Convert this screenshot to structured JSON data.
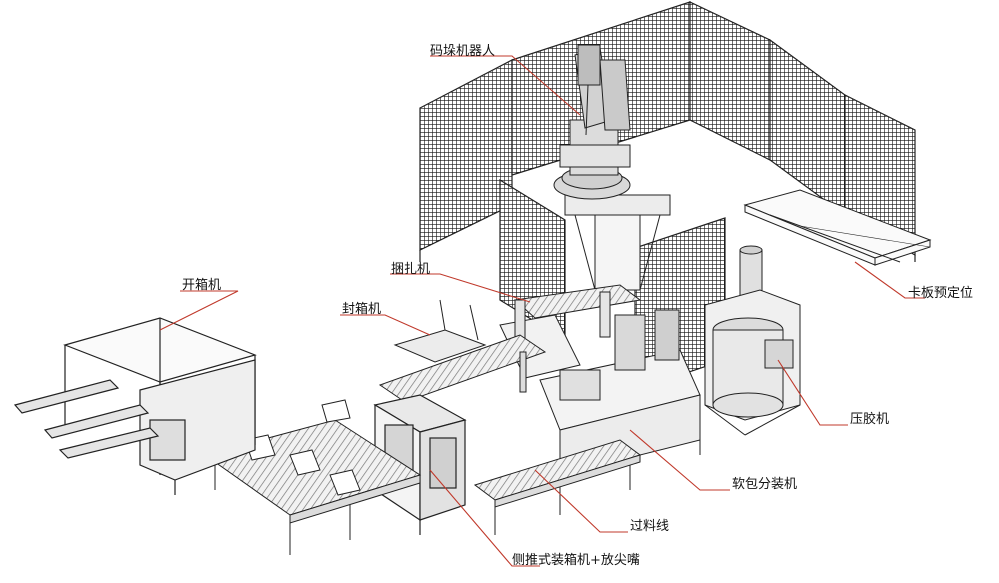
{
  "labels": {
    "palletizing_robot": "码垛机器人",
    "box_opener": "开箱机",
    "strapping_machine": "捆扎机",
    "box_sealer": "封箱机",
    "pallet_positioning": "卡板预定位",
    "glue_press": "压胶机",
    "soft_pack_dispenser": "软包分装机",
    "transfer_line": "过料线",
    "side_push_packer": "侧推式装箱机+放尖嘴"
  },
  "colors": {
    "line": "#2a2a2a",
    "leader": "#c0392b",
    "fence": "#1a1a1a",
    "panel": "#e6e6e6",
    "roller": "#bdbdbd"
  }
}
